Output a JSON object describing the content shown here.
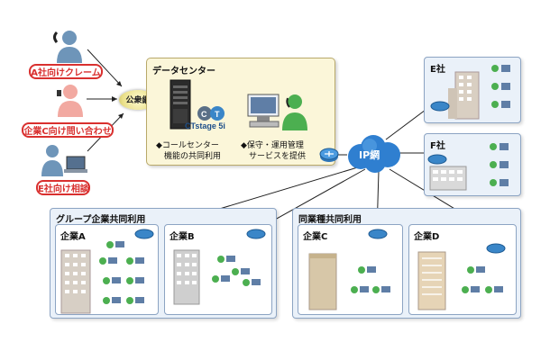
{
  "callers": [
    {
      "label": "A社向けクレーム"
    },
    {
      "label": "企業C向け問い合わせ"
    },
    {
      "label": "E社向け相談"
    }
  ],
  "public_network": "公衆網",
  "data_center": {
    "title": "データセンター",
    "logo_text": "CTstage 5i",
    "note1_line1": "◆コールセンター",
    "note1_line2": "　機能の共同利用",
    "note2_line1": "◆保守・運用管理",
    "note2_line2": "　サービスを提供"
  },
  "ip_network": "IP網",
  "company_e": "E社",
  "company_f": "F社",
  "group_shared": {
    "title": "グループ企業共同利用",
    "companies": [
      "企業A",
      "企業B"
    ]
  },
  "industry_shared": {
    "title": "同業種共同利用",
    "companies": [
      "企業C",
      "企業D"
    ]
  },
  "colors": {
    "accent_red": "#d9302f",
    "router_blue": "#3a86c8",
    "cloud_blue": "#2f7fd0",
    "dc_bg": "#fbf6d9",
    "panel_bg": "#eaf1f9"
  }
}
